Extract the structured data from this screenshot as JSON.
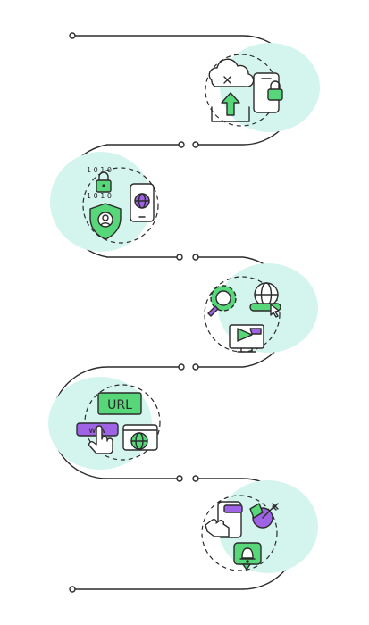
{
  "accent_green": "#58d67a",
  "accent_purple": "#9f63e6",
  "blob_color": "#d4f5ee",
  "steps": [
    {
      "icon": "cloud-upload-lock-icon"
    },
    {
      "icon": "data-security-shield-icon"
    },
    {
      "icon": "web-settings-icon"
    },
    {
      "icon": "url-browser-icon"
    },
    {
      "icon": "mobile-notification-icon"
    }
  ],
  "labels": {
    "binary": "1 0 1 0",
    "url": "URL",
    "www": "w w"
  }
}
